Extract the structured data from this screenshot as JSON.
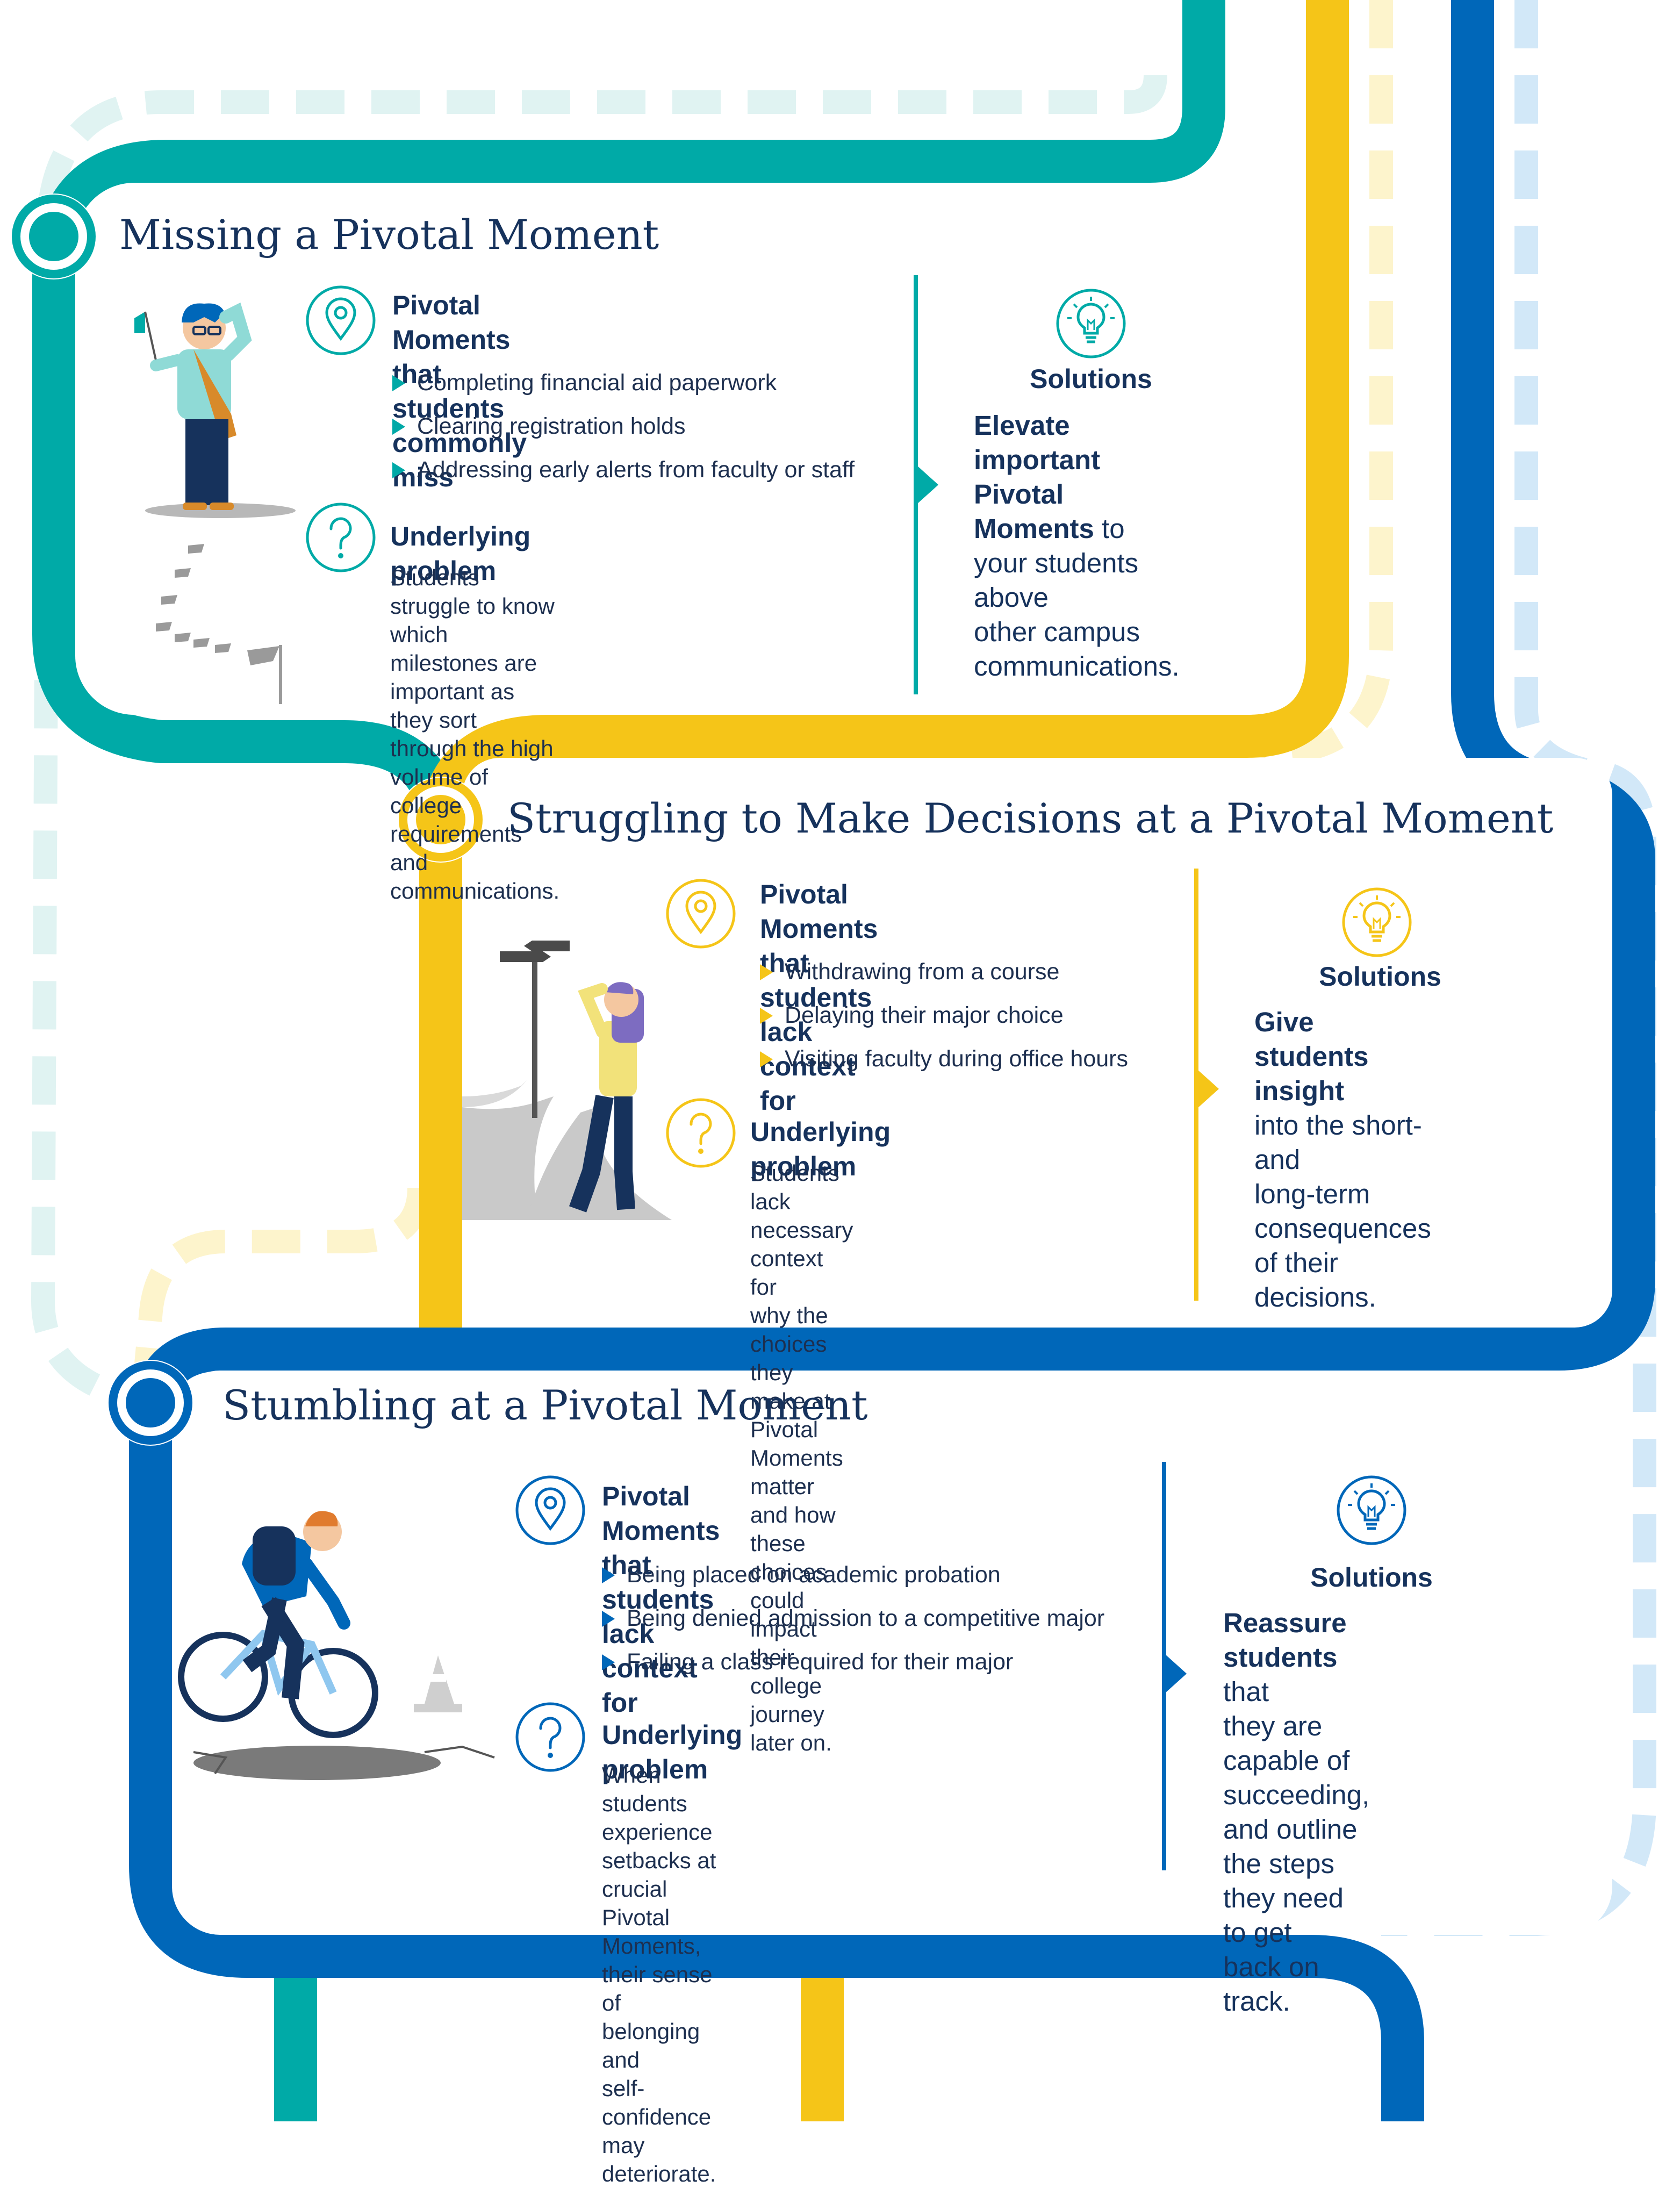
{
  "colors": {
    "teal": "#00aaa7",
    "yellow": "#f5c518",
    "blue": "#0067b9",
    "navy": "#16325c"
  },
  "sections": [
    {
      "title": "Missing a Pivotal Moment",
      "moments_heading_line1": "Pivotal Moments that",
      "moments_heading_line2": "students commonly miss",
      "moments": [
        "Completing financial aid paperwork",
        "Clearing registration holds",
        "Addressing early alerts from faculty or staff"
      ],
      "problem_heading": "Underlying problem",
      "problem_lines": [
        "Students struggle to know which",
        "milestones are important as they sort",
        "through the high volume of college",
        "requirements and communications."
      ],
      "solutions_heading": "Solutions",
      "solution_bold_1": "Elevate important",
      "solution_bold_2": "Pivotal Moments",
      "solution_rest_1": " to",
      "solution_lines": [
        "your students above",
        "other campus",
        "communications."
      ],
      "icons": [
        "map-pin-icon",
        "question-mark-icon",
        "lightbulb-icon"
      ]
    },
    {
      "title": "Struggling to Make Decisions at a Pivotal Moment",
      "moments_heading_line1": "Pivotal Moments that",
      "moments_heading_line2": "students lack context for",
      "moments": [
        "Withdrawing from a course",
        "Delaying their major choice",
        "Visiting faculty during office hours"
      ],
      "problem_heading": "Underlying problem",
      "problem_lines": [
        "Students lack necessary context for",
        "why the choices they make at Pivotal",
        "Moments matter and how these",
        "choices could impact their college",
        "journey later on."
      ],
      "solutions_heading": "Solutions",
      "solution_bold_1": "Give students insight",
      "solution_lines": [
        "into the short- and",
        "long-term consequences",
        "of their decisions."
      ]
    },
    {
      "title": "Stumbling at a Pivotal Moment",
      "moments_heading_line1": "Pivotal Moments that",
      "moments_heading_line2": "students lack context for",
      "moments": [
        "Being placed on academic probation",
        "Being denied admission to a competitive major",
        "Failing a class required for their major"
      ],
      "problem_heading": "Underlying problem",
      "problem_lines": [
        "When students experience setbacks at crucial",
        "Pivotal Moments, their sense of belonging and",
        "self-confidence may deteriorate."
      ],
      "solutions_heading": "Solutions",
      "solution_bold_1": "Reassure students",
      "solution_rest_1": " that",
      "solution_lines": [
        "they are capable of",
        "succeeding, and outline",
        "the steps they need to get",
        "back on track."
      ]
    }
  ]
}
